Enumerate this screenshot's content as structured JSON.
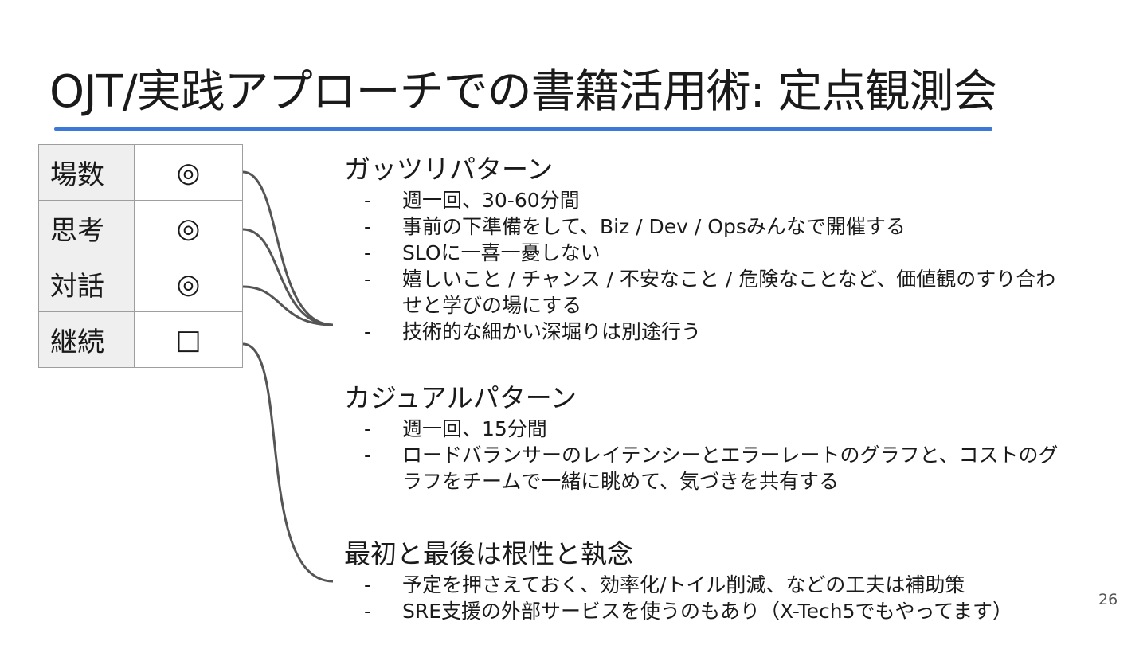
{
  "slide": {
    "title": "OJT/実践アプローチでの書籍活用術: 定点観測会",
    "page_number": "26",
    "accent_color": "#3c78d8"
  },
  "criteria": [
    {
      "label": "場数",
      "mark": "◎"
    },
    {
      "label": "思考",
      "mark": "◎"
    },
    {
      "label": "対話",
      "mark": "◎"
    },
    {
      "label": "継続",
      "mark": "□"
    }
  ],
  "sections": [
    {
      "heading": "ガッツリパターン",
      "bullets": [
        "週一回、30-60分間",
        "事前の下準備をして、Biz / Dev / Opsみんなで開催する",
        "SLOに一喜一憂しない",
        "嬉しいこと / チャンス / 不安なこと / 危険なことなど、価値観のすり合わせと学びの場にする",
        "技術的な細かい深堀りは別途行う"
      ]
    },
    {
      "heading": "カジュアルパターン",
      "bullets": [
        "週一回、15分間",
        "ロードバランサーのレイテンシーとエラーレートのグラフと、コストのグラフをチームで一緒に眺めて、気づきを共有する"
      ]
    },
    {
      "heading": "最初と最後は根性と執念",
      "bullets": [
        "予定を押さえておく、効率化/トイル削減、などの工夫は補助策",
        "SRE支援の外部サービスを使うのもあり（X-Tech5でもやってます）"
      ]
    }
  ],
  "bullet_marker": "-"
}
